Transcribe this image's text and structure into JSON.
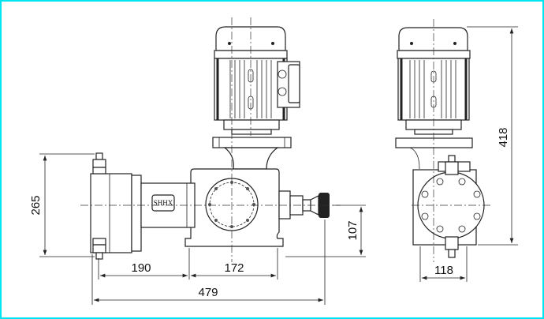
{
  "drawing": {
    "nameplate_label": "SHHX",
    "dimensions": {
      "height_head": "265",
      "head_to_center": "190",
      "body_width": "172",
      "total_length": "479",
      "outlet_height": "107",
      "total_height": "418",
      "side_width": "118"
    },
    "frame_color": "#00e5f0"
  }
}
